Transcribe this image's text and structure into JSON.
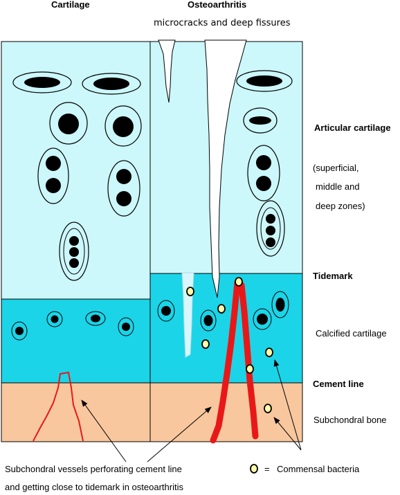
{
  "titles": {
    "left": "Cartilage",
    "right": "Osteoarthritis",
    "subtitle": "microcracks and deep fissures"
  },
  "right_labels": {
    "articular": "Articular cartilage",
    "zones_1": "(superficial,",
    "zones_2": "middle and",
    "zones_3": "deep zones)",
    "tidemark": "Tidemark",
    "calcified": "Calcified cartilage",
    "cement": "Cement line",
    "subchondral": "Subchondral bone"
  },
  "bottom_labels": {
    "vessels_1": "Subchondral vessels perforating cement line",
    "vessels_2": "and getting close to tidemark in osteoarthritis",
    "legend_equals": "=",
    "legend_text": "Commensal bacteria"
  },
  "colors": {
    "articular": "#ccf7fb",
    "calcified": "#1bd4e8",
    "bone": "#f8c79e",
    "vessel": "#e81818",
    "bacteria_fill": "#fffbaa",
    "nucleus": "#000000"
  }
}
